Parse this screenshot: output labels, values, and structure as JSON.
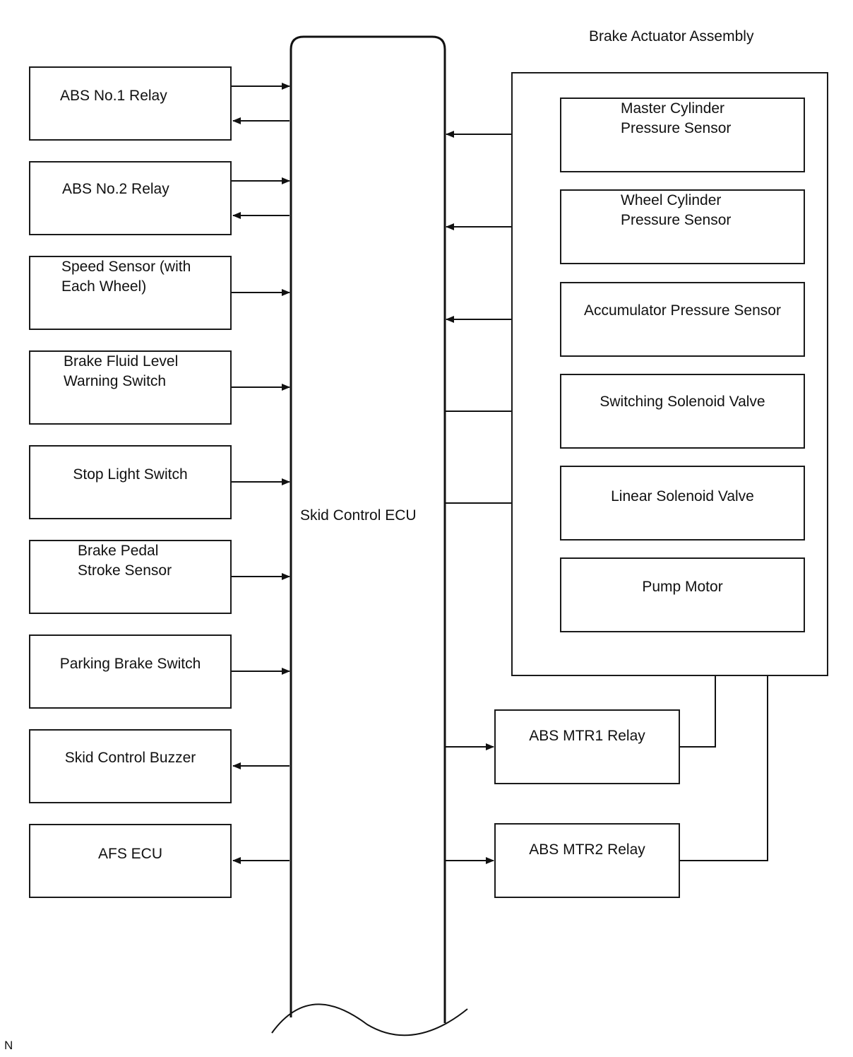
{
  "ecu": {
    "label": "Skid Control ECU"
  },
  "actuator": {
    "title": "Brake Actuator Assembly"
  },
  "left_inputs": [
    {
      "label": "ABS No.1 Relay"
    },
    {
      "label": "ABS No.2 Relay"
    },
    {
      "label": "Speed Sensor (with\nEach Wheel)"
    },
    {
      "label": "Brake Fluid Level\nWarning Switch"
    },
    {
      "label": "Stop Light Switch"
    },
    {
      "label": "Brake Pedal\nStroke Sensor"
    },
    {
      "label": "Parking Brake Switch"
    },
    {
      "label": "Skid Control Buzzer"
    },
    {
      "label": "AFS ECU"
    }
  ],
  "actuator_parts": [
    {
      "label": "Master Cylinder\nPressure Sensor"
    },
    {
      "label": "Wheel Cylinder\nPressure Sensor"
    },
    {
      "label": "Accumulator Pressure Sensor"
    },
    {
      "label": "Switching Solenoid Valve"
    },
    {
      "label": "Linear Solenoid Valve"
    },
    {
      "label": "Pump Motor"
    }
  ],
  "relays": [
    {
      "label": "ABS MTR1 Relay"
    },
    {
      "label": "ABS MTR2 Relay"
    }
  ],
  "corner_mark": "N"
}
